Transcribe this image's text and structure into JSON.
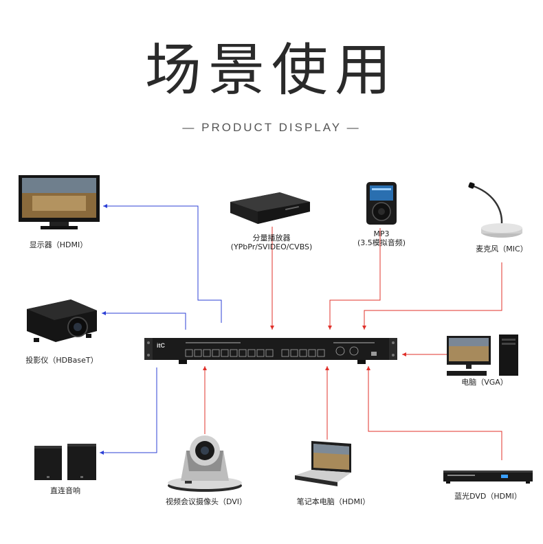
{
  "heading": {
    "title": "场景使用",
    "subtitle": "— PRODUCT DISPLAY —"
  },
  "devices": {
    "monitor": "显示器（HDMI）",
    "projector": "投影仪（HDBaseT）",
    "speakers": "直连音响",
    "component_player_line1": "分量播放器",
    "component_player_line2": "(YPbPr/SVIDEO/CVBS)",
    "mp3_line1": "MP3",
    "mp3_line2": "(3.5模拟音频)",
    "microphone": "麦克风（MIC）",
    "pc": "电脑（VGA）",
    "camera": "视频会议摄像头（DVI）",
    "laptop": "笔记本电脑（HDMI）",
    "bluray": "蓝光DVD（HDMI）"
  },
  "matrix": {
    "brand": "itC"
  },
  "colors": {
    "output_line": "#2b3fd6",
    "input_line": "#e0302a"
  }
}
